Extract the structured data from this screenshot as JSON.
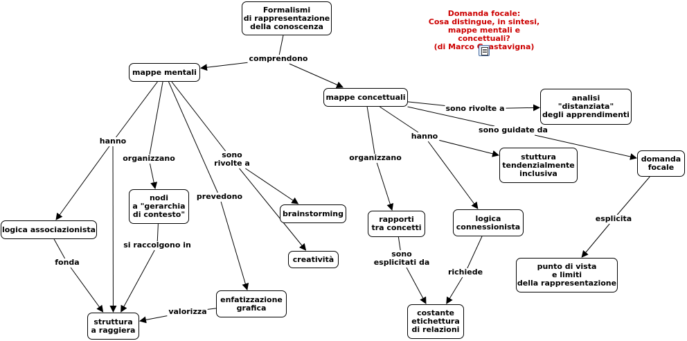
{
  "focus_question": "Domanda focale:\nCosa distingue, in sintesi,\nmappe mentali e concettuali?\n(di Marco Guastavigna)",
  "attachment_icon": "document-icon",
  "colors": {
    "focus_text": "#cc0000",
    "line": "#000000"
  },
  "concepts": {
    "formalismi": "Formalismi\ndi rappresentazione\ndella conoscenza",
    "mappe_mentali": "mappe mentali",
    "mappe_concettuali": "mappe concettuali",
    "analisi": "analisi\n\"distanziata\"\ndegli apprendimenti",
    "domanda_focale": "domanda\nfocale",
    "stuttura_inclusiva": "stuttura\ntendenzialmente\ninclusiva",
    "logica_connessionista": "logica\nconnessionista",
    "rapporti": "rapporti\ntra concetti",
    "nodi": "nodi\na \"gerarchia\ndi contesto\"",
    "logica_associazionista": "logica associazionista",
    "brainstorming": "brainstorming",
    "creativita": "creatività",
    "enfatizzazione": "enfatizzazione\ngrafica",
    "struttura_raggiera": "struttura\na raggiera",
    "punto_di_vista": "punto di vista\ne limiti\ndella rappresentazione",
    "costante_etichettatura": "costante\netichettura\ndi relazioni"
  },
  "linking_phrases": {
    "comprendono": "comprendono",
    "hanno_mm": "hanno",
    "organizzano_mm": "organizzano",
    "sono_rivolte_a_mm": "sono\nrivolte a",
    "prevedono": "prevedono",
    "sono_rivolte_a_mc": "sono rivolte a",
    "sono_guidate_da": "sono guidate da",
    "hanno_mc": "hanno",
    "organizzano_mc": "organizzano",
    "esplicita": "esplicita",
    "sono_esplicitati_da": "sono\nesplicitati da",
    "richiede": "richiede",
    "si_raccolgono_in": "si raccolgono in",
    "fonda": "fonda",
    "valorizza": "valorizza"
  },
  "relations": [
    [
      "formalismi",
      "comprendono"
    ],
    [
      "comprendono",
      "mappe_mentali"
    ],
    [
      "comprendono",
      "mappe_concettuali"
    ],
    [
      "mappe_mentali",
      "hanno_mm"
    ],
    [
      "hanno_mm",
      "logica_associazionista"
    ],
    [
      "hanno_mm",
      "struttura_raggiera"
    ],
    [
      "mappe_mentali",
      "organizzano_mm"
    ],
    [
      "organizzano_mm",
      "nodi"
    ],
    [
      "mappe_mentali",
      "sono_rivolte_a_mm"
    ],
    [
      "sono_rivolte_a_mm",
      "brainstorming"
    ],
    [
      "sono_rivolte_a_mm",
      "creativita"
    ],
    [
      "mappe_mentali",
      "prevedono"
    ],
    [
      "prevedono",
      "enfatizzazione"
    ],
    [
      "nodi",
      "si_raccolgono_in"
    ],
    [
      "si_raccolgono_in",
      "struttura_raggiera"
    ],
    [
      "logica_associazionista",
      "fonda"
    ],
    [
      "fonda",
      "struttura_raggiera"
    ],
    [
      "enfatizzazione",
      "valorizza"
    ],
    [
      "valorizza",
      "struttura_raggiera"
    ],
    [
      "mappe_concettuali",
      "sono_rivolte_a_mc"
    ],
    [
      "sono_rivolte_a_mc",
      "analisi"
    ],
    [
      "mappe_concettuali",
      "sono_guidate_da"
    ],
    [
      "sono_guidate_da",
      "domanda_focale"
    ],
    [
      "mappe_concettuali",
      "hanno_mc"
    ],
    [
      "hanno_mc",
      "stuttura_inclusiva"
    ],
    [
      "hanno_mc",
      "logica_connessionista"
    ],
    [
      "mappe_concettuali",
      "organizzano_mc"
    ],
    [
      "organizzano_mc",
      "rapporti"
    ],
    [
      "domanda_focale",
      "esplicita"
    ],
    [
      "esplicita",
      "punto_di_vista"
    ],
    [
      "rapporti",
      "sono_esplicitati_da"
    ],
    [
      "sono_esplicitati_da",
      "costante_etichettatura"
    ],
    [
      "logica_connessionista",
      "richiede"
    ],
    [
      "richiede",
      "costante_etichettatura"
    ]
  ]
}
